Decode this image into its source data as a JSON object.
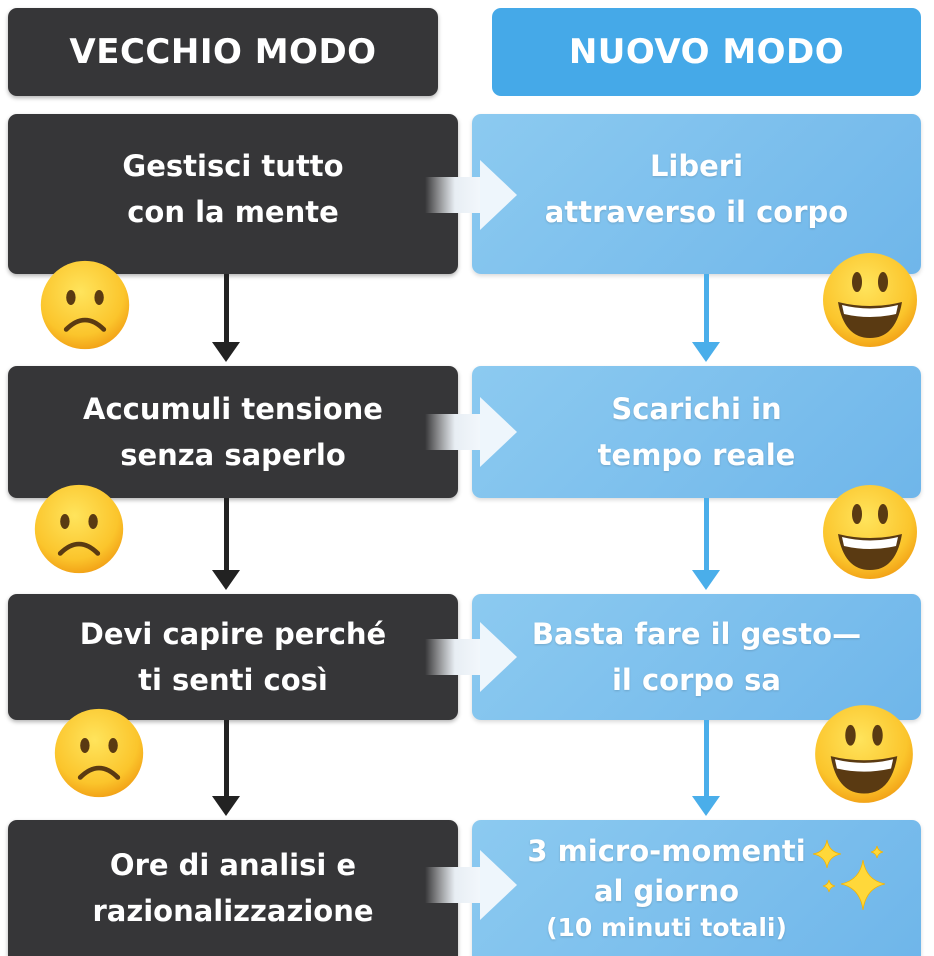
{
  "headers": {
    "old": "VECCHIO MODO",
    "new": "NUOVO MODO"
  },
  "rows": [
    {
      "old": [
        "Gestisci tutto",
        "con la mente"
      ],
      "new": [
        "Liberi",
        "attraverso il corpo"
      ]
    },
    {
      "old": [
        "Accumuli tensione",
        "senza saperlo"
      ],
      "new": [
        "Scarichi in",
        "tempo reale"
      ]
    },
    {
      "old": [
        "Devi capire perché",
        "ti senti così"
      ],
      "new": [
        "Basta fare il gesto—",
        "il corpo sa"
      ]
    },
    {
      "old": [
        "Ore di analisi e",
        "razionalizzazione"
      ],
      "new": [
        "3 micro-momenti",
        "al giorno",
        "(10 minuti totali)"
      ]
    }
  ],
  "colors": {
    "old": "#363638",
    "new_header": "#45a9e8",
    "new_box": "#7fc0ee",
    "arrow_new": "#4aaeea"
  }
}
